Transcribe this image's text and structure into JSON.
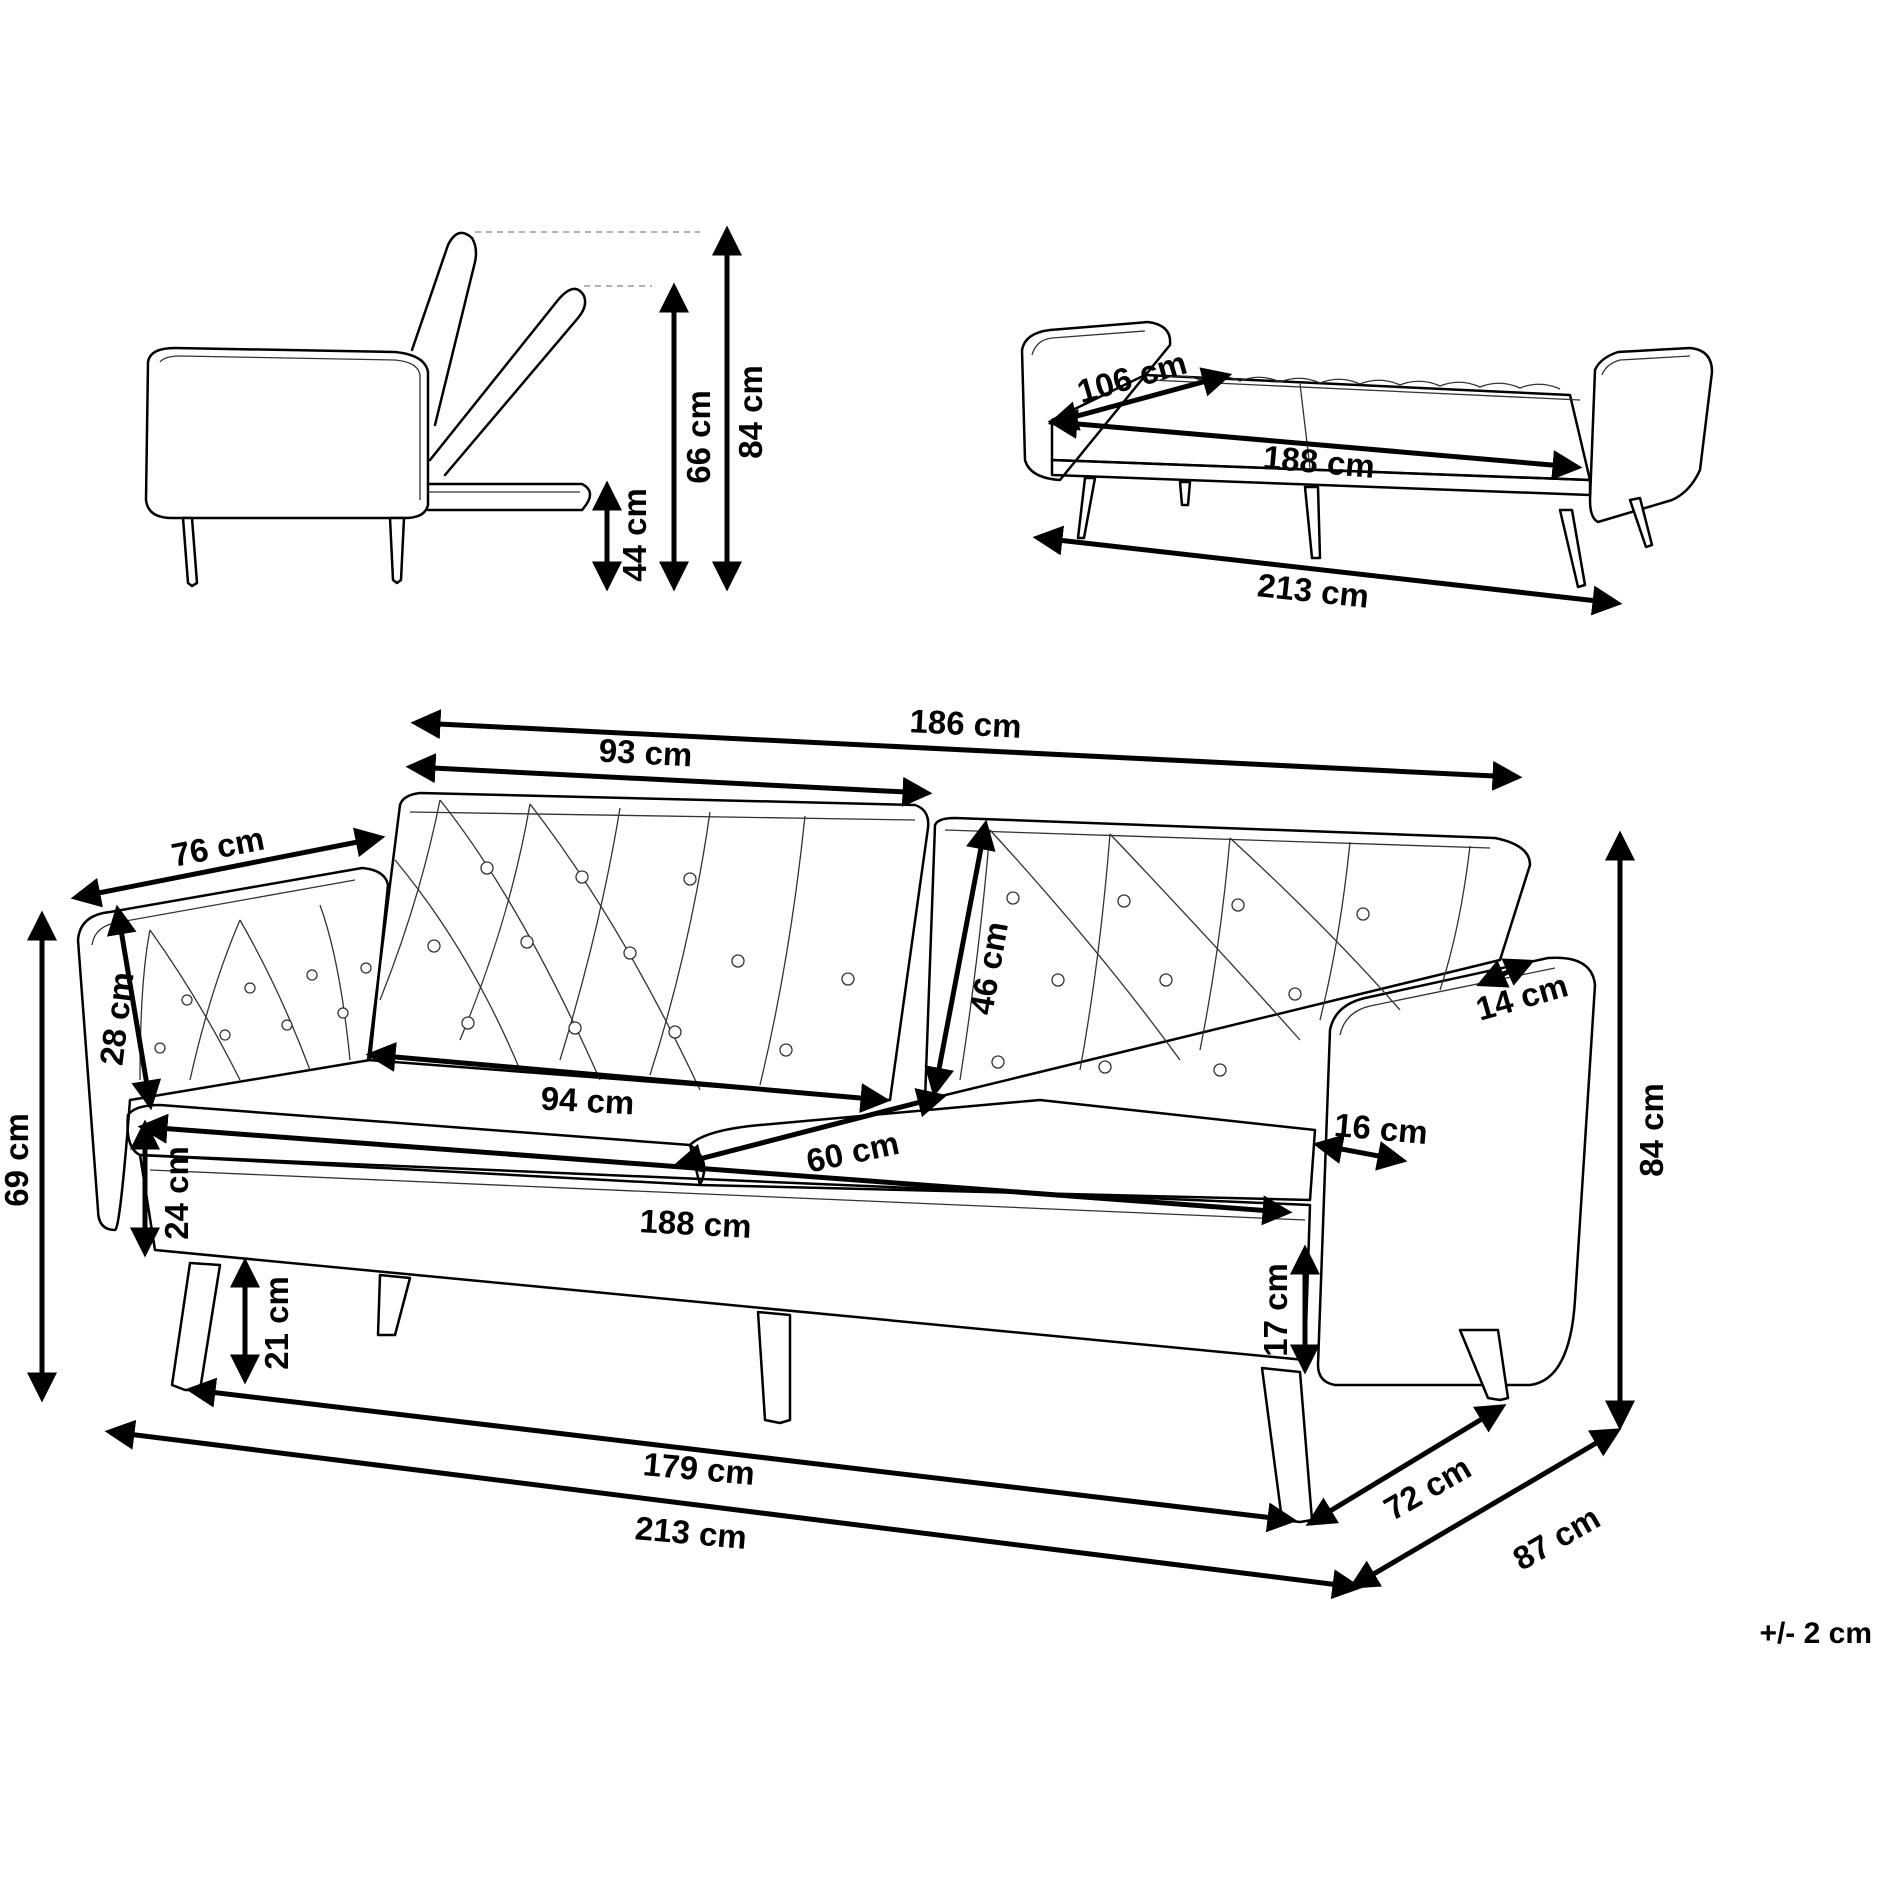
{
  "diagram": {
    "tolerance": "+/- 2 cm",
    "views": {
      "side": {
        "dims": {
          "seat_height": "44 cm",
          "recline_height": "66 cm",
          "back_height": "84 cm"
        }
      },
      "bed": {
        "dims": {
          "bed_depth": "106 cm",
          "bed_length": "188 cm",
          "total_width": "213 cm"
        }
      },
      "front": {
        "dims": {
          "back_width": "186 cm",
          "cushion_width": "93 cm",
          "arm_depth": "76 cm",
          "arm_height": "28 cm",
          "total_height_left": "69 cm",
          "seat_thickness": "24 cm",
          "leg_height": "21 cm",
          "seat_width": "94 cm",
          "seat_depth": "60 cm",
          "back_height": "46 cm",
          "arm_thickness_top": "14 cm",
          "arm_thickness": "16 cm",
          "seat_length": "188 cm",
          "clearance": "17 cm",
          "leg_span": "179 cm",
          "total_width": "213 cm",
          "inner_depth": "72 cm",
          "total_depth": "87 cm",
          "total_height_right": "84 cm"
        }
      }
    }
  }
}
